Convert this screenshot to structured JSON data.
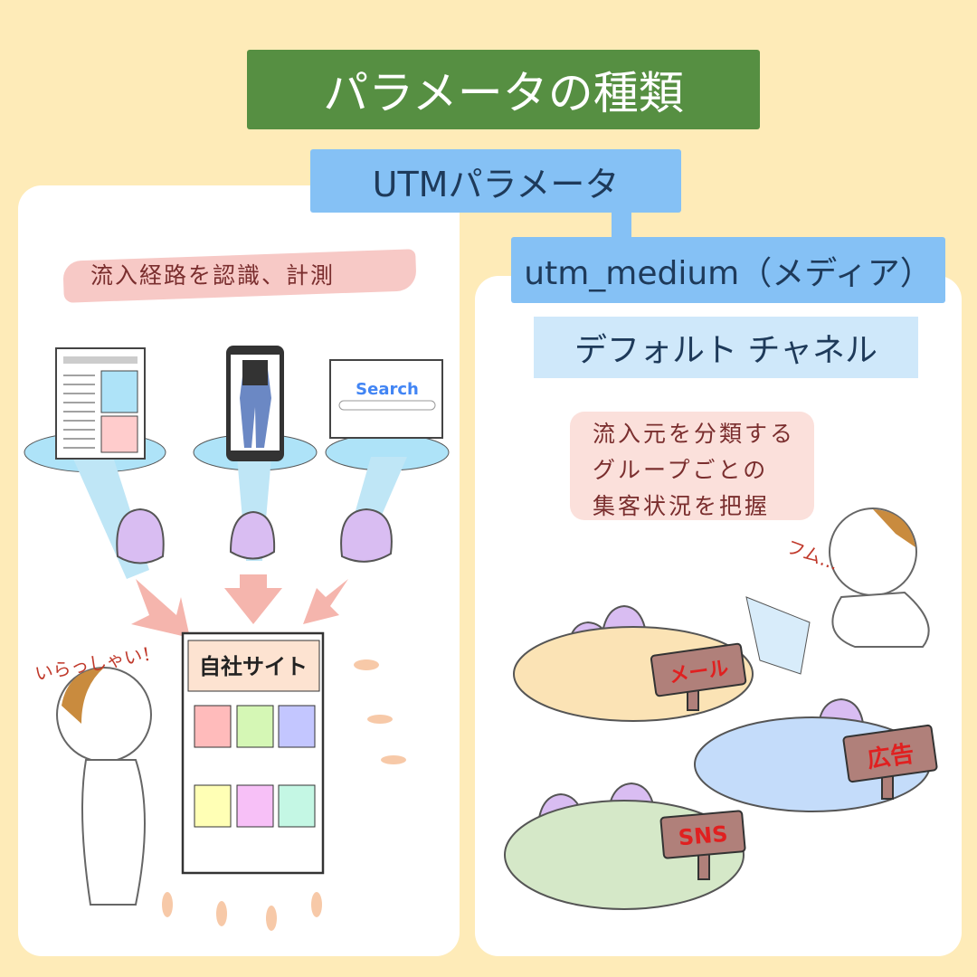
{
  "title": "パラメータの種類",
  "utm_box": "UTMパラメータ",
  "medium_box": "utm_medium（メディア）",
  "channel_box": "デフォルト チャネル",
  "left": {
    "caption": "流入経路を認識、計測",
    "search_label": "Search",
    "greeting": "いらっしゃい！",
    "site_title": "自社サイト"
  },
  "right": {
    "description": [
      "流入元を分類する",
      "グループごとの",
      "集客状況を把握"
    ],
    "thinking": "フム…",
    "signs": [
      "メール",
      "広告",
      "SNS"
    ]
  },
  "colors": {
    "background": "#feebb8",
    "title": "#568f42",
    "utm": "#85c1f5",
    "channel": "#cfe8fa"
  }
}
